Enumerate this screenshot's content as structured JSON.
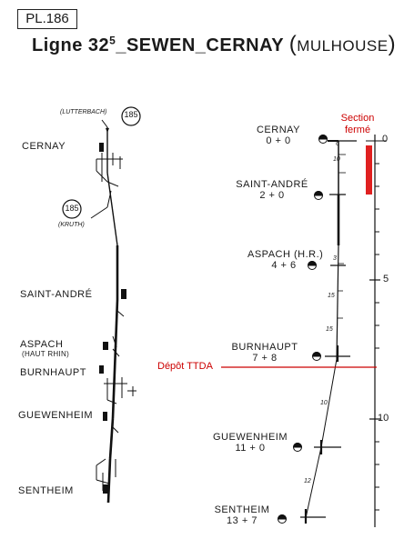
{
  "header": {
    "plate": "PL.186",
    "line_prefix": "Ligne 32",
    "line_sup": "5",
    "line_rest": "_SEWEN_CERNAY",
    "paren_open": "(",
    "mulhouse": "MULHOUSE",
    "paren_close": ")"
  },
  "schematic": {
    "lutterbach_label": "(LUTTERBACH)",
    "kruth_label": "(KRUTH)",
    "line_badge_top": "185",
    "line_badge_bottom": "185",
    "stations": [
      {
        "name": "CERNAY"
      },
      {
        "name": "SAINT-ANDRÉ"
      },
      {
        "name": "ASPACH",
        "sub": "(HAUT RHIN)"
      },
      {
        "name": "BURNHAUPT"
      },
      {
        "name": "GUEWENHEIM"
      },
      {
        "name": "SENTHEIM"
      }
    ]
  },
  "profile": {
    "stations": [
      {
        "name": "CERNAY",
        "km": "0 + 0"
      },
      {
        "name": "SAINT-ANDRÉ",
        "km": "2 + 0"
      },
      {
        "name": "ASPACH (H.R.)",
        "km": "4 + 6"
      },
      {
        "name": "BURNHAUPT",
        "km": "7 + 8"
      },
      {
        "name": "GUEWENHEIM",
        "km": "11 + 0"
      },
      {
        "name": "SENTHEIM",
        "km": "13 + 7"
      }
    ],
    "gradients": [
      "6",
      "10",
      "3",
      "15",
      "15",
      "10",
      "12"
    ],
    "scale_ticks": [
      "0",
      "5",
      "10"
    ]
  },
  "annotations": {
    "section_line1": "Section",
    "section_line2": "fermé",
    "depot": "Dépôt TTDA",
    "accent_color": "#cc0000"
  }
}
